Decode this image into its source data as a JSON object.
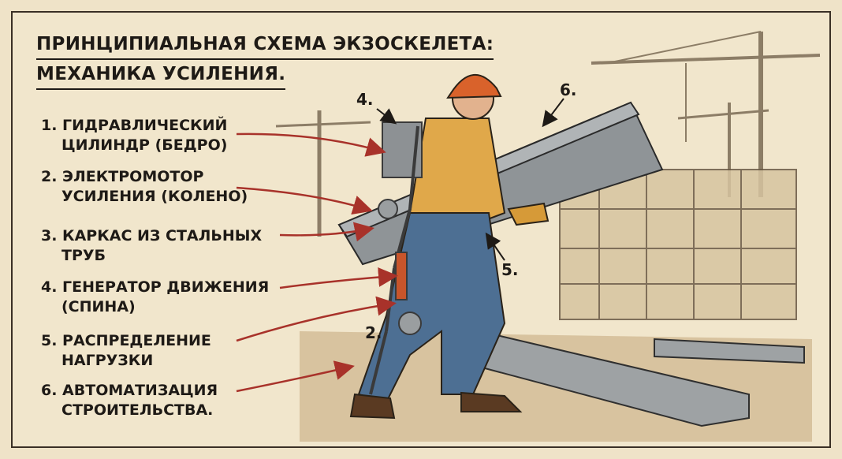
{
  "title": {
    "line1": "ПРИНЦИПИАЛЬНАЯ СХЕМА ЭКЗОСКЕЛЕТА:",
    "line2": "МЕХАНИКА УСИЛЕНИЯ."
  },
  "items": [
    {
      "line1": "1. ГИДРАВЛИЧЕСКИЙ",
      "line2": "ЦИЛИНДР (БЕДРО)"
    },
    {
      "line1": "2. ЭЛЕКТРОМОТОР",
      "line2": "УСИЛЕНИЯ (КОЛЕНО)"
    },
    {
      "line1": "3. КАРКАС ИЗ СТАЛЬНЫХ",
      "line2": "ТРУБ"
    },
    {
      "line1": "4. ГЕНЕРАТОР ДВИЖЕНИЯ",
      "line2": "(СПИНА)"
    },
    {
      "line1": "5. РАСПРЕДЕЛЕНИЕ",
      "line2": "НАГРУЗКИ"
    },
    {
      "line1": "6. АВТОМАТИЗАЦИЯ",
      "line2": "СТРОИТЕЛЬСТВА."
    }
  ],
  "callouts": {
    "c4": "4.",
    "c6": "6.",
    "c5": "5.",
    "c2": "2."
  },
  "colors": {
    "arrow": "#a8322a",
    "ink": "#1e1a16",
    "paper": "#f1e6cc",
    "helmet": "#d9622b"
  }
}
